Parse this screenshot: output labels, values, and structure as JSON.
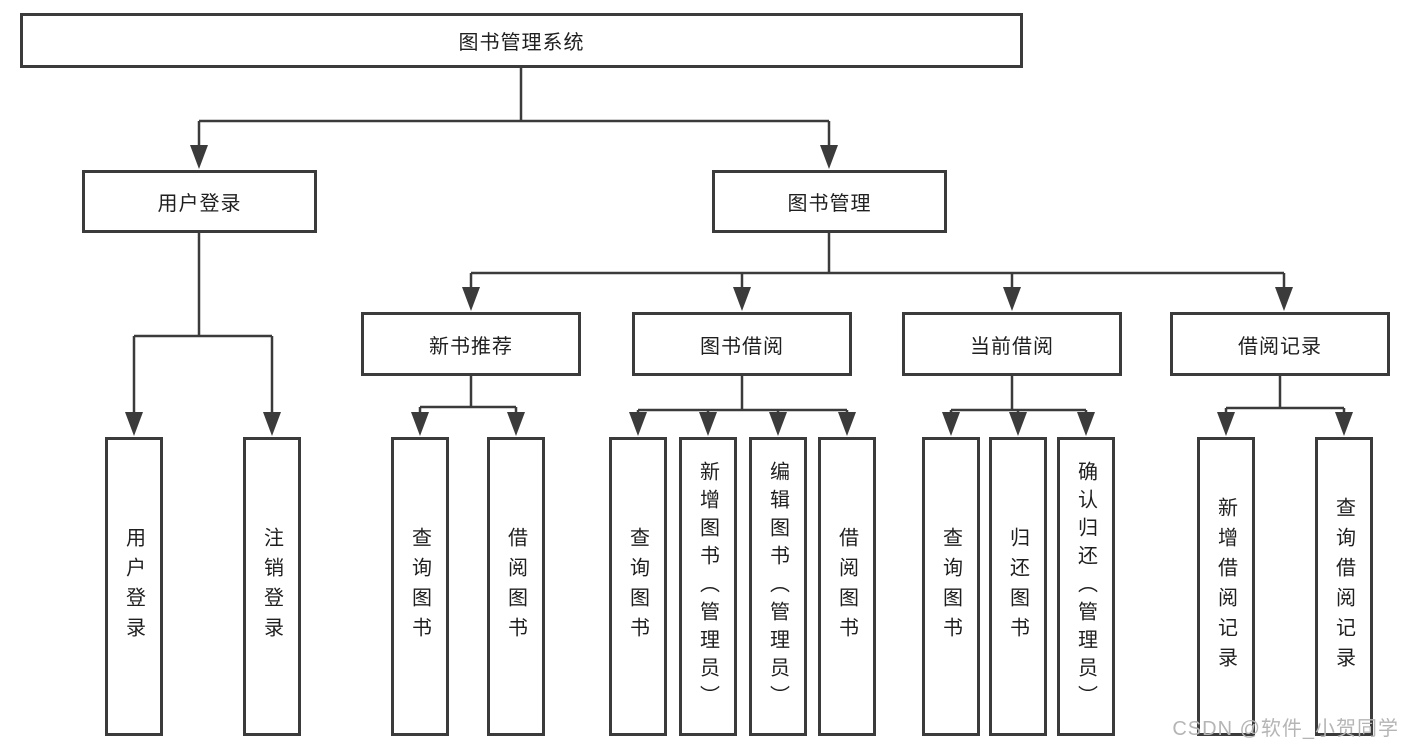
{
  "diagram": {
    "title": "图书管理系统",
    "root": "图书管理系统",
    "level2": [
      "用户登录",
      "图书管理"
    ],
    "level3": [
      "新书推荐",
      "图书借阅",
      "当前借阅",
      "借阅记录"
    ],
    "leaves": {
      "login": [
        "用户登录",
        "注销登录"
      ],
      "recommend": [
        "查询图书",
        "借阅图书"
      ],
      "borrow": [
        "查询图书",
        "新增图书（管理员）",
        "编辑图书（管理员）",
        "借阅图书"
      ],
      "current": [
        "查询图书",
        "归还图书",
        "确认归还（管理员）"
      ],
      "records": [
        "新增借阅记录",
        "查询借阅记录"
      ]
    }
  },
  "colors": {
    "line": "#3b3b3b",
    "text": "#1f1f1f",
    "background": "#ffffff",
    "watermark": "#b5b5b5"
  },
  "watermark": {
    "text": "CSDN @软件_小贺同学"
  }
}
